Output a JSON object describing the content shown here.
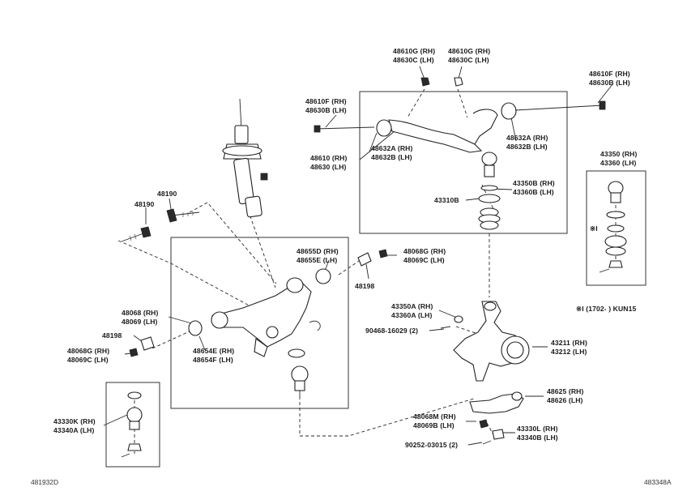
{
  "labels": {
    "p48610g": "48610G (RH)",
    "p48630c": "48630C (LH)",
    "p48610g_2": "48610G (RH)",
    "p48630c_2": "48630C (LH)",
    "p48610f_r": "48610F (RH)",
    "p48630b_r": "48630B (LH)",
    "p48610f_l": "48610F (RH)",
    "p48630b_l": "48630B (LH)",
    "p48610": "48610 (RH)",
    "p48630": "48630 (LH)",
    "p48632a_top": "48632A (RH)",
    "p48632b_top": "48632B (LH)",
    "p48632a_bot": "48632A (RH)",
    "p48632b_bot": "48632B (LH)",
    "p43350b": "43350B (RH)",
    "p43360b": "43360B (LH)",
    "p43310b": "43310B",
    "p43350": "43350 (RH)",
    "p43360": "43360 (LH)",
    "note_mark": "※I",
    "note_text": "※I (1702-     ) KUN15",
    "p48190a": "48190",
    "p48190b": "48190",
    "p48655d": "48655D (RH)",
    "p48655e": "48655E (LH)",
    "p48068g_top": "48068G (RH)",
    "p48069c_top": "48069C (LH)",
    "p48198_r": "48198",
    "p48068": "48068 (RH)",
    "p48069": "48069 (LH)",
    "p48198_l": "48198",
    "p48068g_l": "48068G (RH)",
    "p48069c_l": "48069C (LH)",
    "p48654e": "48654E (RH)",
    "p48654f": "48654F (LH)",
    "p43350a": "43350A (RH)",
    "p43360a": "43360A (LH)",
    "p90468": "90468-16029 (2)",
    "p43211": "43211 (RH)",
    "p43212": "43212 (LH)",
    "p48625": "48625 (RH)",
    "p48626": "48626 (LH)",
    "p48068m": "48068M (RH)",
    "p48069b": "48069B (LH)",
    "p43330l": "43330L (RH)",
    "p43340b": "43340B (LH)",
    "p90252": "90252-03015 (2)",
    "p43330k": "43330K (RH)",
    "p43340a": "43340A (LH)",
    "ref_left": "481932D",
    "ref_right": "483348A"
  },
  "colors": {
    "line": "#2a2a2a",
    "background": "#ffffff"
  }
}
